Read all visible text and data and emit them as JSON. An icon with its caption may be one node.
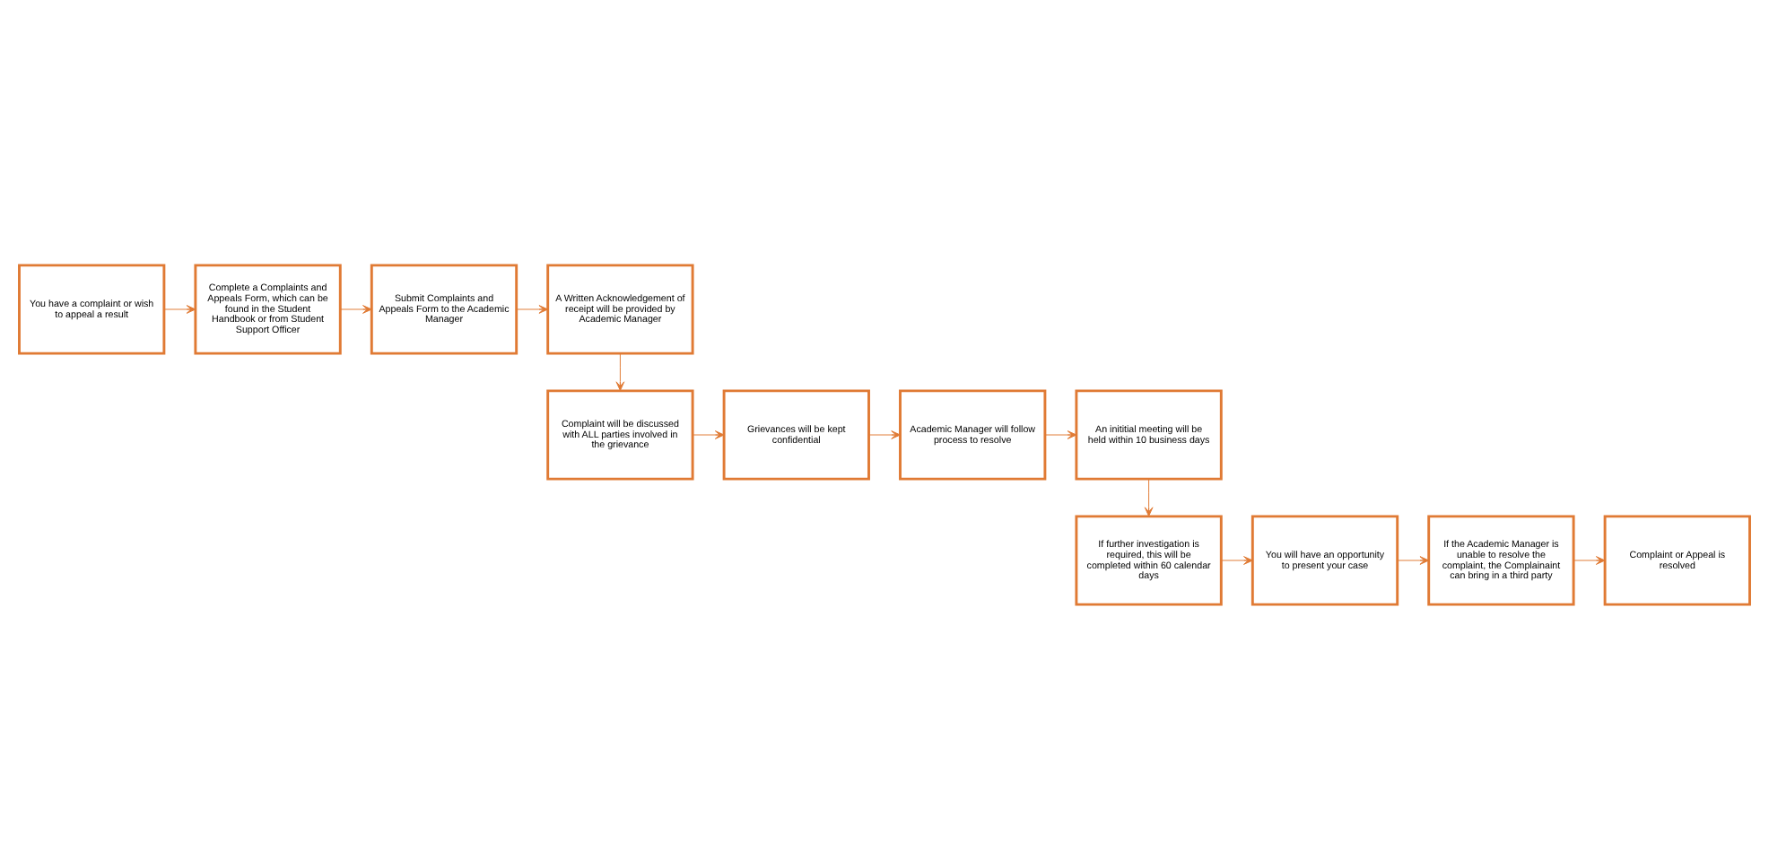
{
  "diagram": {
    "nodes": [
      {
        "text": [
          "You have a complaint or wish to appeal a result"
        ]
      },
      {
        "text": [
          "Complete a Complaints and Appeals Form, which can be found in the Student Handbook or from Student Support Officer"
        ]
      },
      {
        "text": [
          "Submit Complaints and Appeals Form to the Academic Manager"
        ]
      },
      {
        "text": [
          "A Written Acknowledgement of receipt will be provided by Academic Manager"
        ]
      },
      {
        "text": [
          "Complaint will be discussed with ALL parties involved in the grievance"
        ]
      },
      {
        "text": [
          "Grievances will be kept confidential"
        ]
      },
      {
        "text": [
          "Academic Manager will follow process to resolve"
        ]
      },
      {
        "text": [
          "An inititial meeting will be held within 10 business days"
        ]
      },
      {
        "text": [
          "If further investigation is required, this will be completed within 60 calendar days"
        ]
      },
      {
        "text": [
          "You will have an opportunity to present your case"
        ]
      },
      {
        "text": [
          "If the Academic Manager is unable to resolve the complaint, the Complainaint can bring in a third party"
        ]
      },
      {
        "text": [
          "Complaint or Appeal is resolved"
        ]
      }
    ],
    "edges": [
      {
        "from": 0,
        "to": 1,
        "arrow": "to"
      },
      {
        "from": 1,
        "to": 2,
        "arrow": "to"
      },
      {
        "from": 2,
        "to": 3,
        "arrow": "to"
      },
      {
        "from": 3,
        "to": 4,
        "arrow": "to"
      },
      {
        "from": 4,
        "to": 5,
        "arrow": "to"
      },
      {
        "from": 5,
        "to": 6,
        "arrow": "to"
      },
      {
        "from": 6,
        "to": 7,
        "arrow": "to"
      },
      {
        "from": 7,
        "to": 8,
        "arrow": "to"
      },
      {
        "from": 8,
        "to": 9,
        "arrow": "to"
      },
      {
        "from": 9,
        "to": 10,
        "arrow": "to"
      },
      {
        "from": 10,
        "to": 11,
        "arrow": "to"
      }
    ]
  }
}
